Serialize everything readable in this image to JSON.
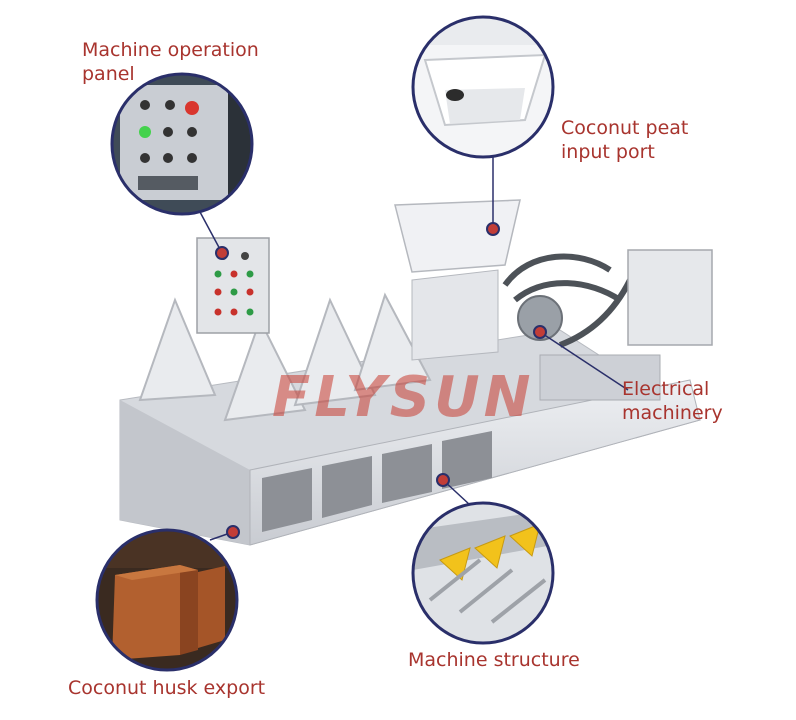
{
  "brand": {
    "watermark": "FLYSUN"
  },
  "callouts": {
    "operation_panel": {
      "label_line1": "Machine operation",
      "label_line2": "panel"
    },
    "peat_input": {
      "label_line1": "Coconut peat",
      "label_line2": "input port"
    },
    "electrical": {
      "label_line1": "Electrical",
      "label_line2": "machinery"
    },
    "structure": {
      "label": "Machine structure"
    },
    "husk_export": {
      "label": "Coconut husk export"
    }
  },
  "colors": {
    "label": "#a8342e",
    "ring": "#2a2f6a",
    "machine": "#dcdee3",
    "coir": "#a8552a"
  }
}
